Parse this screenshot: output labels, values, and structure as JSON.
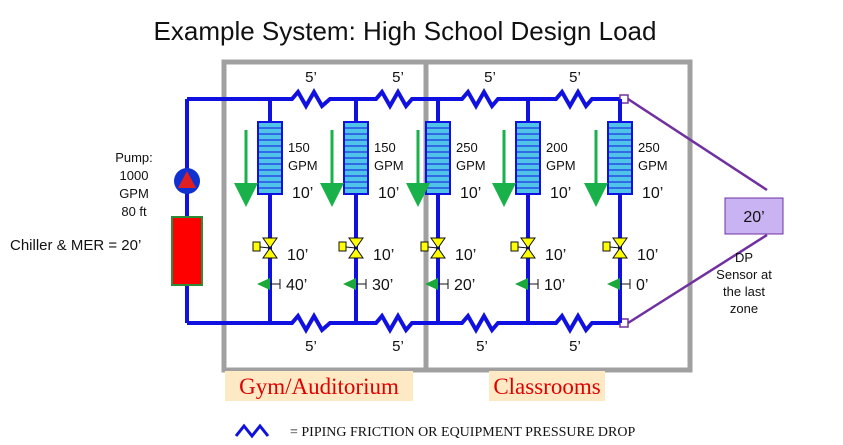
{
  "title": "Example System: High School Design Load",
  "pump": {
    "label": "Pump:",
    "flow": "1000",
    "flow_unit": "GPM",
    "head": "80 ft"
  },
  "chiller_label": "Chiller & MER = 20’",
  "zones": [
    {
      "label": "Gym/Auditorium"
    },
    {
      "label": "Classrooms"
    }
  ],
  "supply_friction": [
    "5’",
    "5’",
    "5’",
    "5’"
  ],
  "return_friction": [
    "5’",
    "5’",
    "5’",
    "5’"
  ],
  "branches": [
    {
      "flow": "150",
      "unit": "GPM",
      "coil_drop": "10’",
      "valve_drop": "10’",
      "balance_drop": "40’"
    },
    {
      "flow": "150",
      "unit": "GPM",
      "coil_drop": "10’",
      "valve_drop": "10’",
      "balance_drop": "30’"
    },
    {
      "flow": "250",
      "unit": "GPM",
      "coil_drop": "10’",
      "valve_drop": "10’",
      "balance_drop": "20’"
    },
    {
      "flow": "200",
      "unit": "GPM",
      "coil_drop": "10’",
      "valve_drop": "10’",
      "balance_drop": "10’"
    },
    {
      "flow": "250",
      "unit": "GPM",
      "coil_drop": "10’",
      "valve_drop": "10’",
      "balance_drop": "0’"
    }
  ],
  "dp_sensor": {
    "value": "20’",
    "line1": "DP",
    "line2": "Sensor at",
    "line3": "the last",
    "line4": "zone"
  },
  "legend": {
    "text": "= PIPING FRICTION OR EQUIPMENT PRESSURE DROP"
  },
  "colors": {
    "pipe": "#1010e0",
    "coil": "#4fc3e8",
    "arrow": "#19b24a",
    "valve": "#ffff00",
    "balance_valve": "#1aa83a",
    "chiller": "#ff0000",
    "pump_circle": "#1030d0",
    "pump_triangle": "#e02020",
    "zone_box": "#a0a0a0",
    "zone_label_bg": "#fde9c4",
    "zone_label_text": "#e00000",
    "dp_box": "#c9b3f2",
    "dp_line": "#7030a0"
  }
}
